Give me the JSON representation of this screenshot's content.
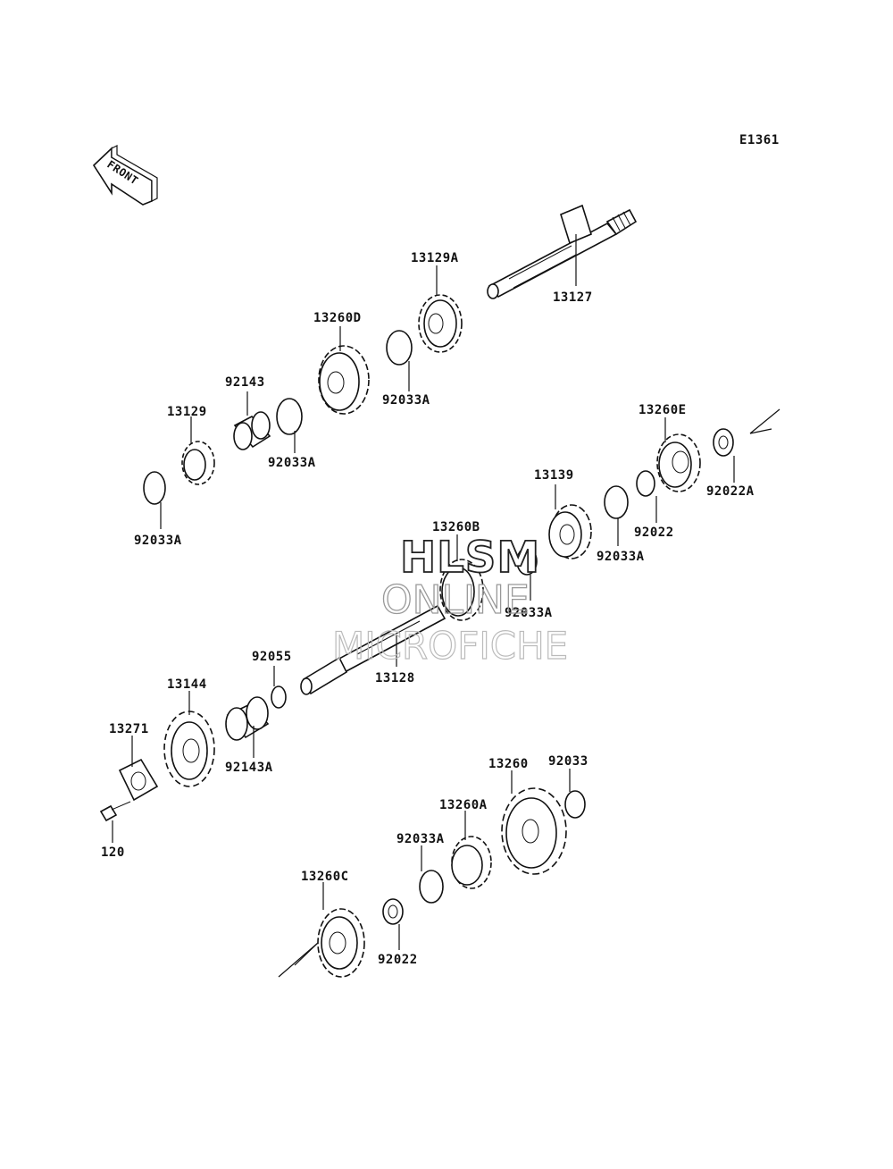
{
  "diagram_code": "E1361",
  "front_arrow_label": "FRONT",
  "watermark": {
    "line1": "HLSM",
    "line2": "ONLINE",
    "line3": "MICROFICHE"
  },
  "parts": {
    "p13127": "13127",
    "p13129A": "13129A",
    "p13260D": "13260D",
    "p92033A_a": "92033A",
    "p92143": "92143",
    "p13129": "13129",
    "p92033A_b": "92033A",
    "p92033A_c": "92033A",
    "p13260E": "13260E",
    "p92022A": "92022A",
    "p13139": "13139",
    "p92022_a": "92022",
    "p92033A_d": "92033A",
    "p13260B": "13260B",
    "p92033A_e": "92033A",
    "p13128": "13128",
    "p92055": "92055",
    "p13144": "13144",
    "p13271": "13271",
    "p92143A": "92143A",
    "p120": "120",
    "p13260": "13260",
    "p92033": "92033",
    "p13260A": "13260A",
    "p92033A_f": "92033A",
    "p13260C": "13260C",
    "p92022_b": "92022"
  }
}
